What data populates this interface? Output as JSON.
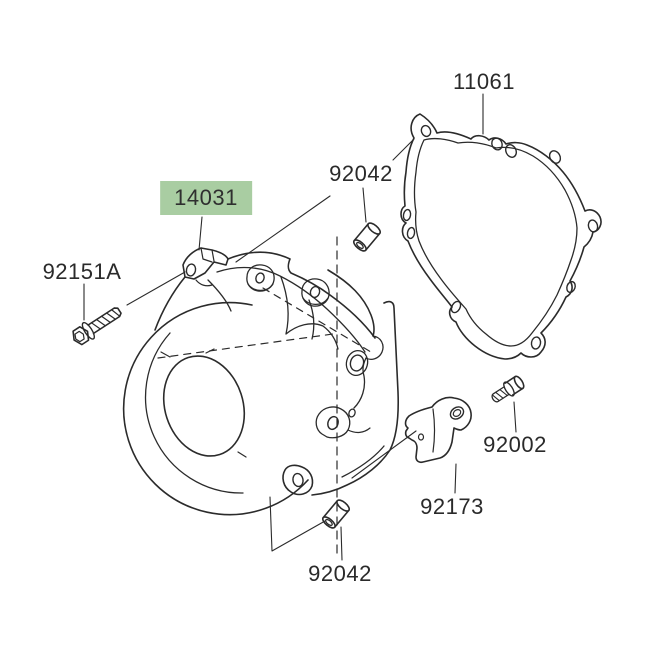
{
  "diagram": {
    "colors": {
      "line": "#2b2b2b",
      "background": "#ffffff",
      "highlight_fill": "#a9cda2",
      "label_text": "#2a2a2a"
    },
    "labels": [
      {
        "text": "11061",
        "highlighted": false
      },
      {
        "text": "92042",
        "highlighted": false
      },
      {
        "text": "14031",
        "highlighted": true
      },
      {
        "text": "92151A",
        "highlighted": false
      },
      {
        "text": "92002",
        "highlighted": false
      },
      {
        "text": "92173",
        "highlighted": false
      },
      {
        "text": "92042",
        "highlighted": false
      }
    ]
  }
}
